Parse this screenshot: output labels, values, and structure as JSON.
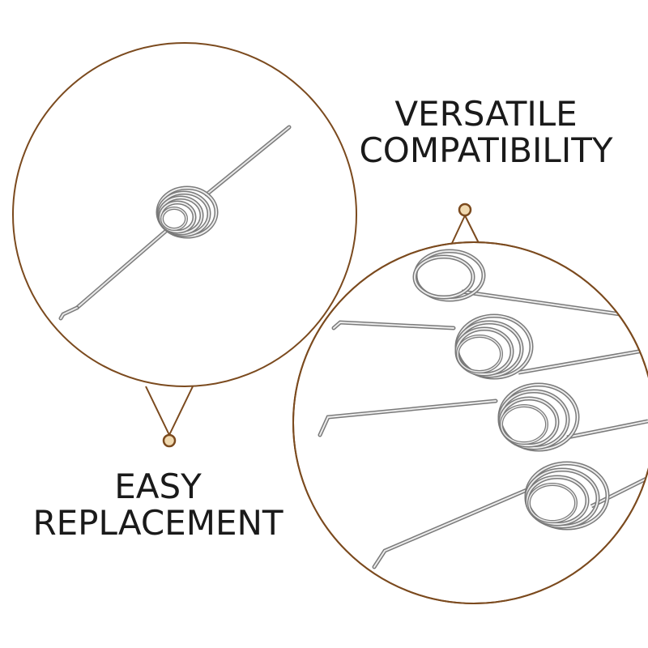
{
  "colors": {
    "accent": "#7b4a1e",
    "dot_fill": "#f0d9b0",
    "caption_text": "#1a1a1a",
    "metal_light": "#f2f2f2",
    "metal_mid": "#b9b9b9",
    "metal_dark": "#6f6f6f",
    "background": "#ffffff"
  },
  "captions": {
    "versatile": {
      "line1": "VERSATILE",
      "line2": "COMPATIBILITY"
    },
    "easy": {
      "line1": "EASY",
      "line2": "REPLACEMENT"
    }
  },
  "icons": {
    "top_pointer": "pointer-dot-icon",
    "bottom_pointer": "pointer-dot-icon"
  }
}
